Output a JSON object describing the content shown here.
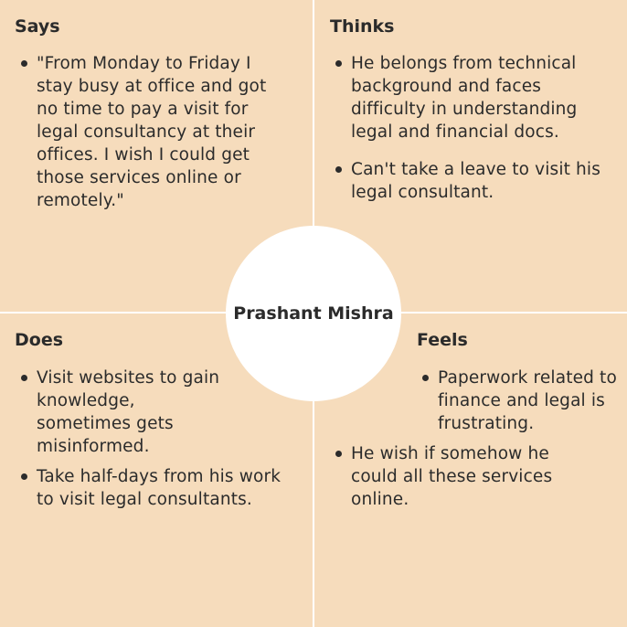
{
  "persona": {
    "name": "Prashant Mishra"
  },
  "says": {
    "title": "Says",
    "items": [
      "\"From Monday to Friday I stay busy at office and got no time to pay a visit for legal consultancy at their offices. I wish I could get those services online or remotely.\""
    ]
  },
  "thinks": {
    "title": "Thinks",
    "items": [
      "He belongs from technical background and faces difficulty in understanding legal and financial docs.",
      "Can't take a leave to visit his legal consultant."
    ]
  },
  "does": {
    "title": "Does",
    "items": [
      "Visit websites to gain knowledge, sometimes gets misinformed.",
      "Take half-days from his work to visit legal consultants."
    ]
  },
  "feels": {
    "title": "Feels",
    "items": [
      "Paperwork related to finance and legal is frustrating.",
      "He wish if somehow he could all these services online."
    ]
  },
  "colors": {
    "quadrant_background": "#f6dcbc",
    "divider": "#ffffff",
    "text": "#2b2b2b"
  }
}
